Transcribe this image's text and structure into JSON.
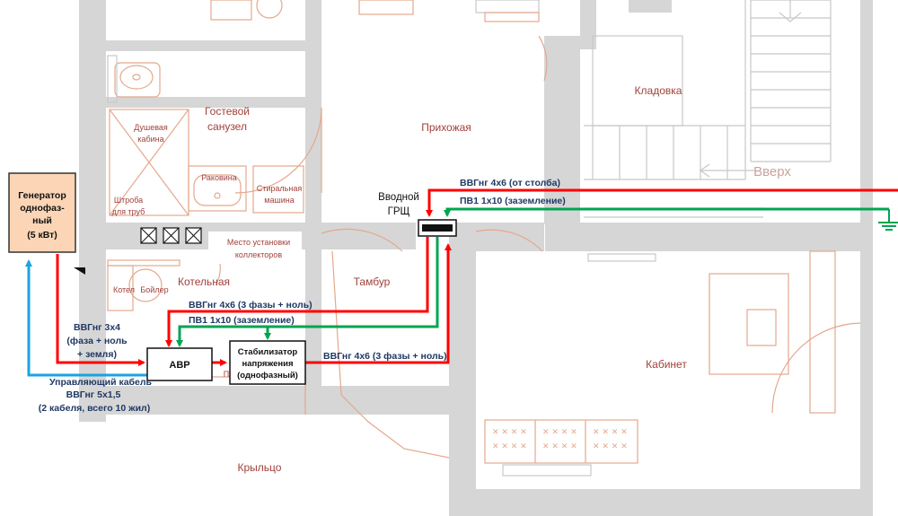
{
  "rooms": {
    "guest_wc": [
      "Гостевой",
      "санузел"
    ],
    "hall": "Прихожая",
    "pantry": "Кладовка",
    "up": "Вверх",
    "shower": [
      "Душевая",
      "кабина"
    ],
    "sink": "Раковина",
    "washer": [
      "Стиральная",
      "машина"
    ],
    "pipe_chase": [
      "Штроба",
      "для труб"
    ],
    "collector_place": [
      "Место установки",
      "коллекторов"
    ],
    "boiler_room": "Котельная",
    "boiler_gas": "Котел",
    "boiler": "Бойлер",
    "vestibule": "Тамбур",
    "study": "Кабинет",
    "porch": "Крыльцо",
    "partial": "П"
  },
  "blocks": {
    "generator": [
      "Генератор",
      "однофаз-",
      "ный",
      "(5 кВт)"
    ],
    "main_panel": [
      "Вводной",
      "ГРЩ"
    ],
    "ats": "АВР",
    "stabilizer": [
      "Стабилизатор",
      "напряжения",
      "(однофазный)"
    ]
  },
  "cables": {
    "incoming_power": "ВВГнг 4х6  (от столба)",
    "incoming_ground": "ПВ1 1х10  (заземление)",
    "ats_power": "ВВГнг 4х6  (3 фазы + ноль)",
    "ats_ground": "ПВ1 1х10  (заземление)",
    "stab_out": "ВВГнг 4х6  (3 фазы + ноль)",
    "gen_power": [
      "ВВГнг 3х4",
      "(фаза + ноль",
      "+ земля)"
    ],
    "control": [
      "Управляющий кабель",
      "ВВГнг  5х1,5",
      "(2 кабеля, всего 10 жил)"
    ]
  },
  "colors": {
    "power": "#ff0000",
    "ground": "#00a550",
    "control": "#1aa3e0",
    "generator_fill": "#fbd5b5",
    "room_label": "#a0413a",
    "cable_label": "#1f3864",
    "wall": "#d6d6d6"
  }
}
